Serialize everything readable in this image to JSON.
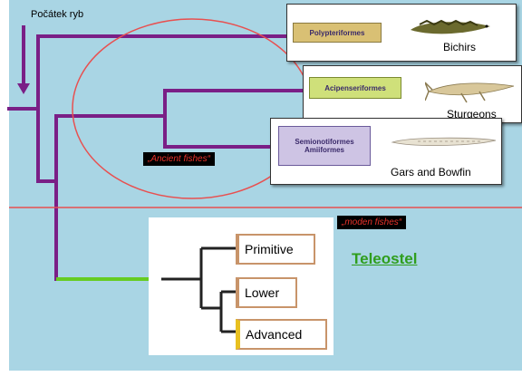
{
  "origin_label": "Počátek ryb",
  "groups": {
    "polypteriformes": {
      "taxon": "Polypteriformes",
      "common": "Bichirs"
    },
    "acipenseriformes": {
      "taxon": "Acipenseriformes",
      "common": "Sturgeons"
    },
    "semionotiformes": {
      "taxon": "Semionotiformes\nAmiiformes",
      "common": "Gars and Bowfin"
    }
  },
  "ancient_tag": "„Ancient fishes“",
  "modern_tag": "„moden fishes“",
  "teleostei_label": "Teleostel",
  "teleost_levels": [
    "Primitive",
    "Lower",
    "Advanced"
  ],
  "colors": {
    "background": "#a9d5e4",
    "tree": "#7a1f86",
    "teleost_branch": "#66cc22",
    "divider": "#e85050",
    "teleostei_text": "#2f9e1d",
    "tag_text": "#e8322a"
  }
}
